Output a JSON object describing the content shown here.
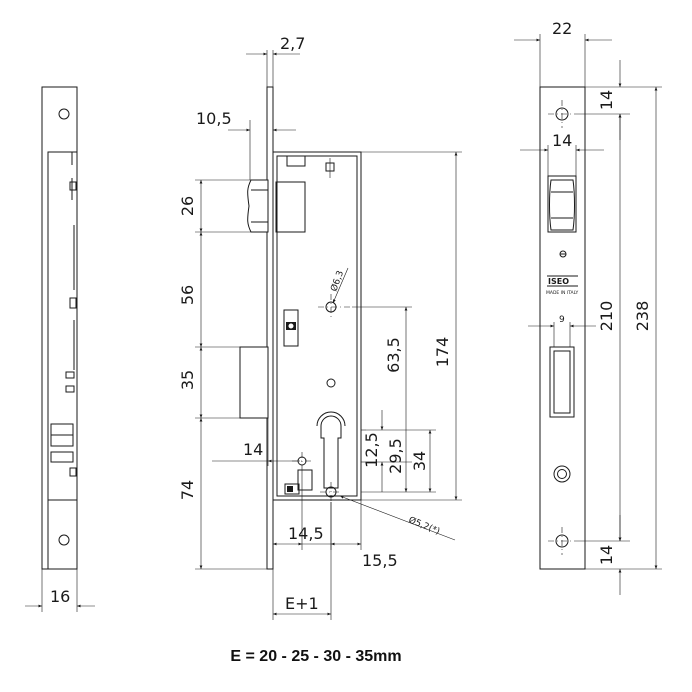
{
  "dimensions": {
    "side_width": "16",
    "plate_thickness": "2,7",
    "latch_offset": "10,5",
    "latch_height": "26",
    "latch_to_bolt": "56",
    "bolt_height": "35",
    "bolt_to_bottom": "74",
    "backset_left": "14",
    "backset_14_5": "14,5",
    "backset_15_5": "15,5",
    "case_width": "E+1",
    "hole_diameter_top": "Ø6,3",
    "hole_diameter_bottom": "Ø5,2(*)",
    "cyl_to_handle": "63,5",
    "case_height": "174",
    "cyl_12_5": "12,5",
    "cyl_29_5": "29,5",
    "cyl_34": "34",
    "faceplate_width": "22",
    "faceplate_latch_width": "14",
    "faceplate_top_hole": "14",
    "faceplate_bottom_hole": "14",
    "faceplate_slot": "9",
    "faceplate_hole_span": "210",
    "faceplate_length": "238"
  },
  "faceplate": {
    "brand": "ISEO",
    "made_in": "MADE IN ITALY"
  },
  "caption": "E = 20 - 25 - 30 - 35mm"
}
